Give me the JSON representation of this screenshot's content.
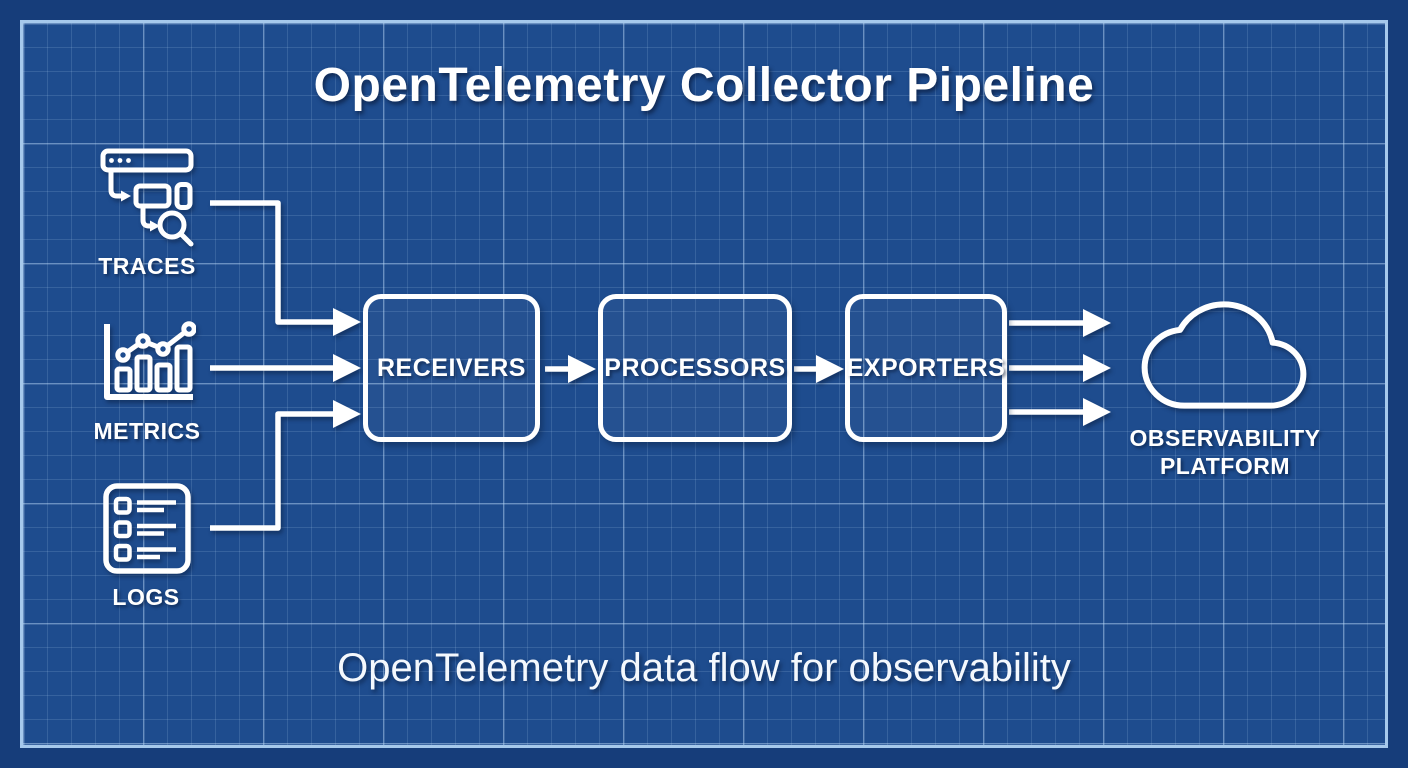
{
  "title": "OpenTelemetry Collector Pipeline",
  "caption": "OpenTelemetry data flow for observability",
  "sources": [
    {
      "label": "TRACES",
      "icon": "trace-search-icon"
    },
    {
      "label": "METRICS",
      "icon": "metrics-bar-chart-icon"
    },
    {
      "label": "LOGS",
      "icon": "logs-list-icon"
    }
  ],
  "stages": [
    {
      "label": "RECEIVERS"
    },
    {
      "label": "PROCESSORS"
    },
    {
      "label": "EXPORTERS"
    }
  ],
  "destination": {
    "icon": "cloud-icon",
    "label_line1": "OBSERVABILITY",
    "label_line2": "PLATFORM"
  },
  "colors": {
    "canvas_outer": "#163d7a",
    "canvas_inner": "#1e4c8e",
    "frame": "#a6c9ec",
    "stroke": "#ffffff"
  }
}
